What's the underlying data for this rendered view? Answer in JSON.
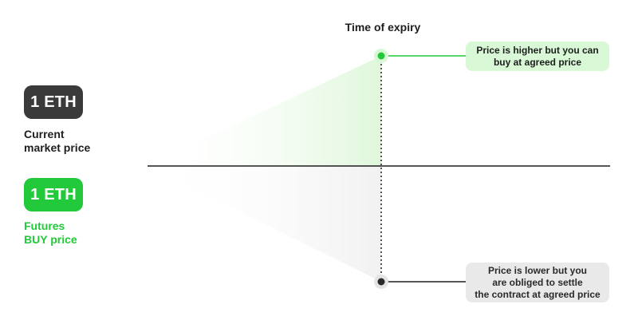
{
  "expiry": {
    "title": "Time of expiry"
  },
  "current": {
    "badge": "1 ETH",
    "caption": "Current\nmarket price"
  },
  "futures": {
    "badge": "1 ETH",
    "caption": "Futures\nBUY price"
  },
  "outcomes": {
    "higher": "Price is higher but you can\nbuy at agreed price",
    "lower": "Price is lower but you\nare obliged to settle\nthe contract at agreed price"
  },
  "colors": {
    "accent_green": "#22c93a",
    "dark": "#3a3a3a",
    "callout_green_bg": "#d8f8d6",
    "callout_gray_bg": "#e9e9e9"
  }
}
